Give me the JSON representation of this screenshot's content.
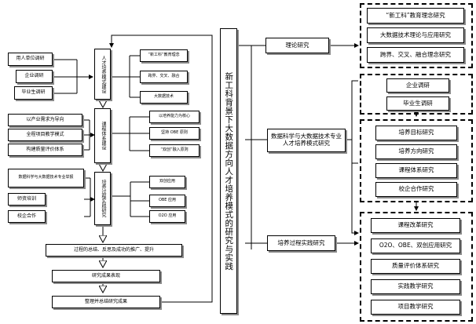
{
  "center_title": "新工科背景下大数据方向人才培养模式的研究与实践",
  "left_groups": [
    {
      "inputs": [
        "用人单位调研",
        "企业调研",
        "毕业生调研"
      ],
      "stage": "人才培养模式建设",
      "outputs": [
        "“新工科”教育理念",
        "跨界、交叉、融合",
        "大数据技术"
      ]
    },
    {
      "inputs": [
        "以产业需求为导向",
        "全程项目教学模式",
        "构建质量评价体系"
      ],
      "stage": "课程体系建设",
      "outputs": [
        "以培养能力为核心",
        "坚持 OBE 原则",
        "“双创”融入原则"
      ]
    },
    {
      "inputs": [
        "数据科学与大数据技术专业举报",
        "师资培训",
        "校企合作"
      ],
      "stage": "培养过程实践研究",
      "outputs": [
        "双创应用",
        "OBE 应用",
        "O2O 应用"
      ]
    }
  ],
  "bottom_steps": [
    "过程的总结、反思及成功的推广、提升",
    "研究成果表现",
    "整理并总结研究成果"
  ],
  "mid_items": [
    "理论研究",
    "数据科学与大数据技术专业人才培养模式研究",
    "培养过程实践研究"
  ],
  "right_groups": [
    [
      "“新工科”教育理念研究",
      "大数据技术理论与应用研究",
      "跨界、交叉、融合理念研究"
    ],
    [
      "企业调研",
      "毕业生调研"
    ],
    [
      "培养目标研究",
      "培养方向研究",
      "课程体系研究",
      "校企合作研究"
    ],
    [
      "课程改革研究",
      "O2O、OBE、双创应用研究",
      "质量评价体系研究",
      "实践教学研究",
      "项目教学研究"
    ]
  ]
}
